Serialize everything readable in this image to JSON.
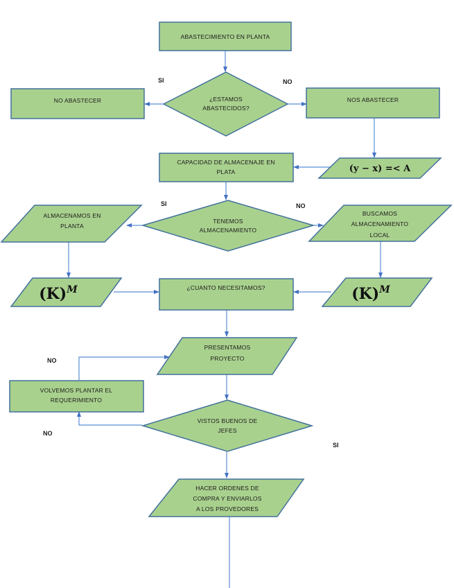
{
  "diagram": {
    "nodes": {
      "start": {
        "lines": [
          "ABASTECIMIENTO EN PLANTA"
        ]
      },
      "q_abastecidos": {
        "lines": [
          "¿ESTAMOS",
          "ABASTECIDOS?"
        ]
      },
      "no_abastecer": {
        "lines": [
          "NO ABASTECER"
        ]
      },
      "nos_abastecer": {
        "lines": [
          "NOS ABASTECER"
        ]
      },
      "formula_ya": {
        "text": "(y − x) =< A"
      },
      "capacidad": {
        "lines": [
          "CAPACIDAD DE ALMACENAJE EN",
          "PLATA"
        ]
      },
      "q_almacenamiento": {
        "lines": [
          "TENEMOS",
          "ALMACENAMIENTO"
        ]
      },
      "almacenamos": {
        "lines": [
          "ALMACENAMOS EN",
          "PLANTA"
        ]
      },
      "buscamos": {
        "lines": [
          "BUSCAMOS",
          "ALMACENAMIENTO",
          "LOCAL"
        ]
      },
      "km_left": {
        "base": "(K)",
        "sup": "M"
      },
      "km_right": {
        "base": "(K)",
        "sup": "M"
      },
      "cuanto": {
        "lines": [
          "¿CUANTO NECESITAMOS?"
        ]
      },
      "presentamos": {
        "lines": [
          "PRESENTAMOS",
          "PROYECTO"
        ]
      },
      "volvemos": {
        "lines": [
          "VOLVEMOS PLANTAR EL",
          "REQUERIMIENTO"
        ]
      },
      "q_vistos": {
        "lines": [
          "VISTOS BUENOS DE",
          "JEFES"
        ]
      },
      "ordenes": {
        "lines": [
          "HACER ORDENES DE",
          "COMPRA Y ENVIARLOS",
          "A LOS PROVEDORES"
        ]
      }
    },
    "edge_labels": {
      "abastecidos_si": "SI",
      "abastecidos_no": "NO",
      "almacenamiento_si": "SI",
      "almacenamiento_no": "NO",
      "volvemos_no_top": "NO",
      "vistos_no": "NO",
      "vistos_si": "SI"
    },
    "colors": {
      "fill": "#a9d18e",
      "stroke": "#41719c",
      "connector": "#5b8ed6"
    }
  }
}
